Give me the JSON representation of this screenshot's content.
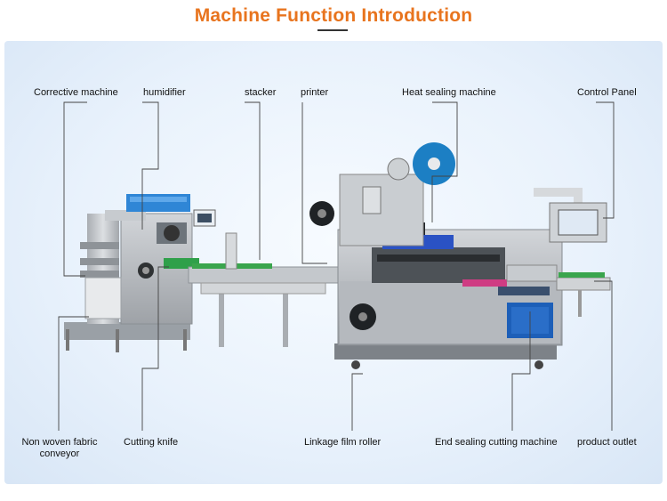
{
  "title": "Machine Function Introduction",
  "labels": {
    "corrective_machine": "Corrective machine",
    "humidifier": "humidifier",
    "stacker": "stacker",
    "printer": "printer",
    "heat_sealing_machine": "Heat sealing machine",
    "control_panel": "Control Panel",
    "non_woven_line1": "Non woven fabric",
    "non_woven_line2": "conveyor",
    "cutting_knife": "Cutting knife",
    "linkage_film_roller": "Linkage film roller",
    "end_sealing_cutting_machine": "End sealing cutting machine",
    "product_outlet": "product outlet"
  },
  "colors": {
    "title": "#e8741e",
    "panel": "#e9f2fc",
    "leader_line": "#444444",
    "machine_body": "#b9bcc0",
    "electric_box": "#1d5fb8"
  }
}
